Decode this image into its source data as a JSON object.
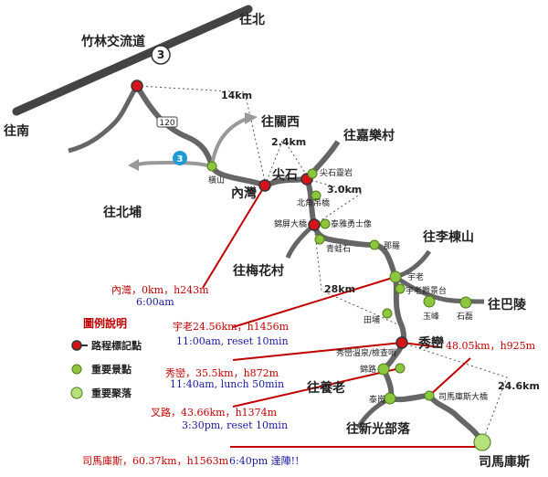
{
  "directions": {
    "north": "往北",
    "south": "往南",
    "guanxi": "往關西",
    "jialecun": "往嘉樂村",
    "beipu": "往北埔",
    "meihuacun": "往梅花村",
    "lidongshan": "往李棟山",
    "baling": "往巴陵",
    "yanglao": "往養老",
    "xinguangbuluo": "往新光部落"
  },
  "road_labels": {
    "interchange": "竹林交流道",
    "freeway_no": "3",
    "road_120": "120",
    "road_3": "3"
  },
  "distances": [
    "14km",
    "2.4km",
    "3.0km",
    "28km",
    "24.6km"
  ],
  "places": {
    "neiwan": "內灣",
    "jianshi": "尖石",
    "xiuluan": "秀巒",
    "smangus": "司馬庫斯",
    "hengshan": "橫山",
    "jianshi_rock": "尖石靈岩",
    "beijiao_bridge": "北角吊橋",
    "jinping_bridge": "錦屏大橋",
    "taiya_statue": "泰雅勇士像",
    "qingwa_rock": "青蛙石",
    "nalou": "那羅",
    "yulao": "宇老",
    "yulao_view": "宇老觀景台",
    "yufeng": "玉峰",
    "shilei": "石磊",
    "tianpu": "田埔",
    "hotspring": "秀巒溫泉/檢查哨",
    "jinlu": "錦路",
    "taigang": "泰崗",
    "smangus_tree": "司馬庫斯大橋"
  },
  "legend": {
    "title": "圖例說明",
    "item1": "路程標記點",
    "item2": "重要景點",
    "item3": "重要聚落"
  },
  "notes": [
    {
      "red": "內灣，0km，h243m",
      "blue": "6:00am"
    },
    {
      "red": "宇老24.56km，h1456m",
      "blue": "11:00am, reset 10min"
    },
    {
      "red": "秀巒，35.5km，h872m",
      "blue": "11:40am, lunch 50min"
    },
    {
      "red": "48.05km，h925m",
      "blue": ""
    },
    {
      "red": "叉路，43.66km，h1374m",
      "blue": "3:30pm, reset 10min"
    },
    {
      "red": "司馬庫斯，60.37km，h1563m",
      "blue": "6:40pm 達陣!!"
    }
  ],
  "colors": {
    "road": "#555555",
    "river": "#0f6fb0",
    "marker": "#d4141a",
    "point": "#8cc63f",
    "annotation_line": "#c00000"
  }
}
